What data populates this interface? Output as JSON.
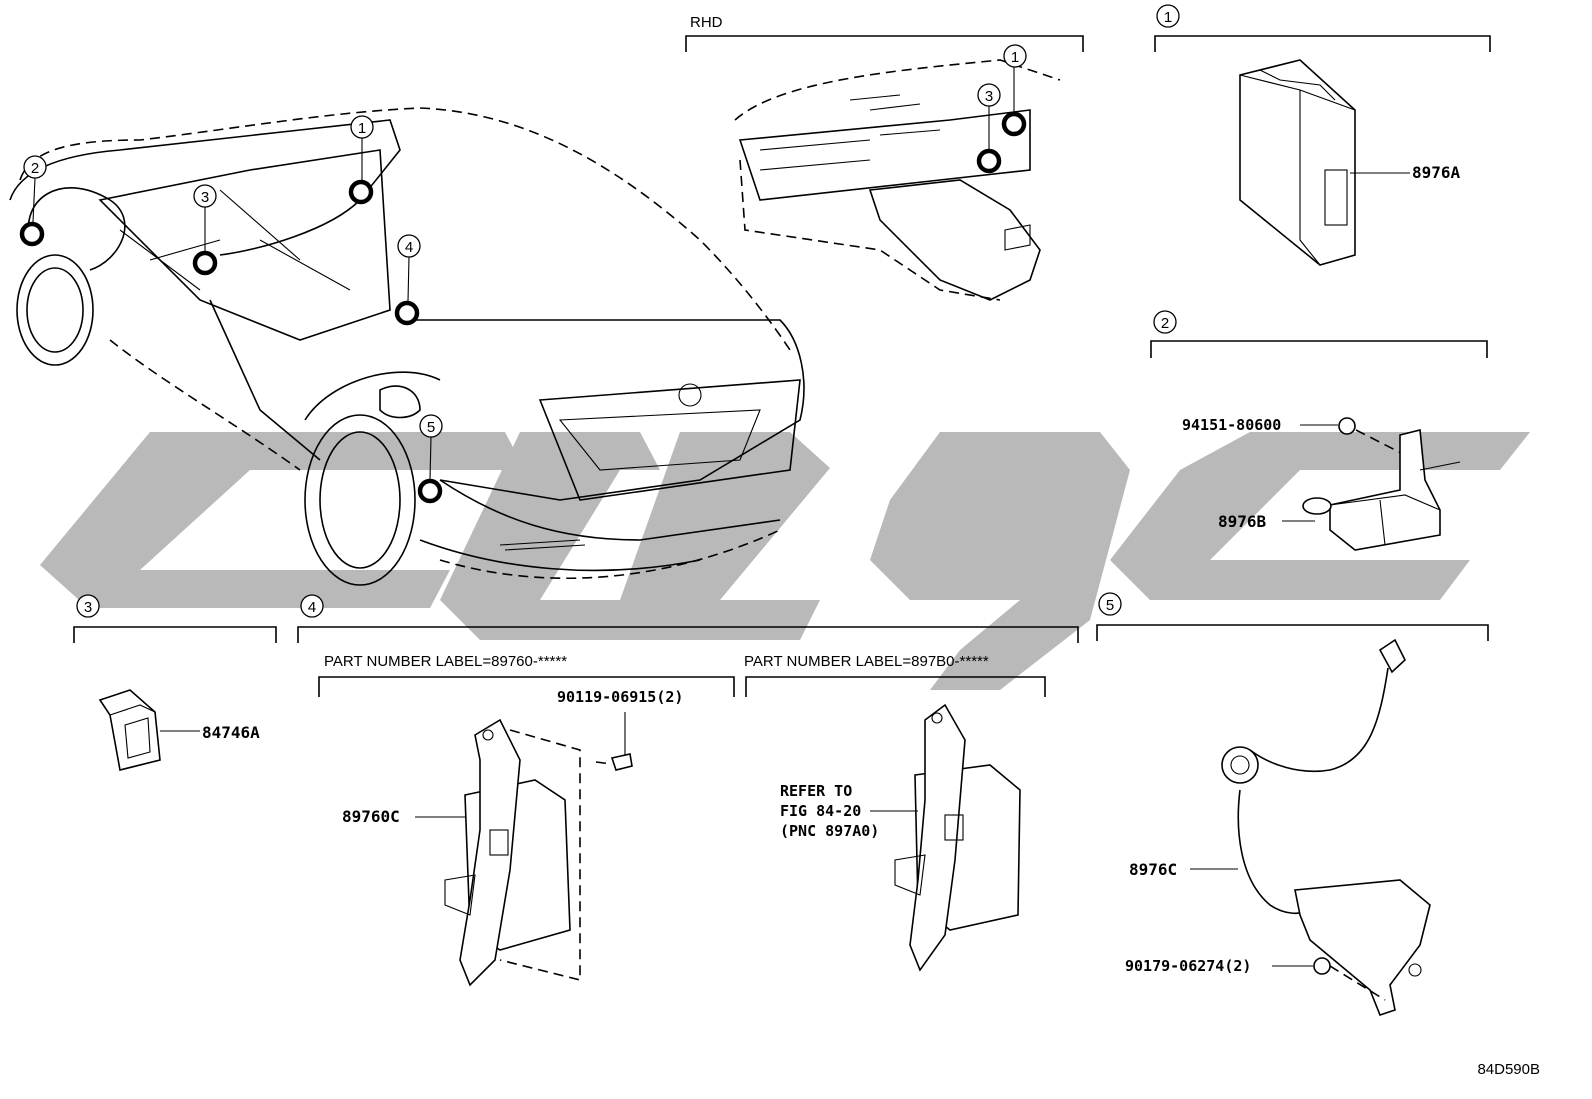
{
  "diagram": {
    "figure_code": "84D590B",
    "rhd_label": "RHD",
    "callouts": [
      "1",
      "2",
      "3",
      "4",
      "5"
    ],
    "sections": {
      "s1": {
        "callout": "1",
        "parts": [
          {
            "code": "8976A"
          }
        ]
      },
      "s2": {
        "callout": "2",
        "parts": [
          {
            "code": "94151-80600"
          },
          {
            "code": "8976B"
          }
        ]
      },
      "s3": {
        "callout": "3",
        "parts": [
          {
            "code": "84746A"
          }
        ]
      },
      "s4": {
        "callout": "4",
        "left": {
          "label": "PART NUMBER LABEL=89760-*****",
          "parts": [
            {
              "code": "90119-06915(2)"
            },
            {
              "code": "89760C"
            }
          ]
        },
        "right": {
          "label": "PART NUMBER LABEL=897B0-*****",
          "refer": [
            "REFER TO",
            "FIG 84-20",
            "(PNC 897A0)"
          ]
        }
      },
      "s5": {
        "callout": "5",
        "parts": [
          {
            "code": "8976C"
          },
          {
            "code": "90179-06274(2)"
          }
        ]
      }
    }
  }
}
